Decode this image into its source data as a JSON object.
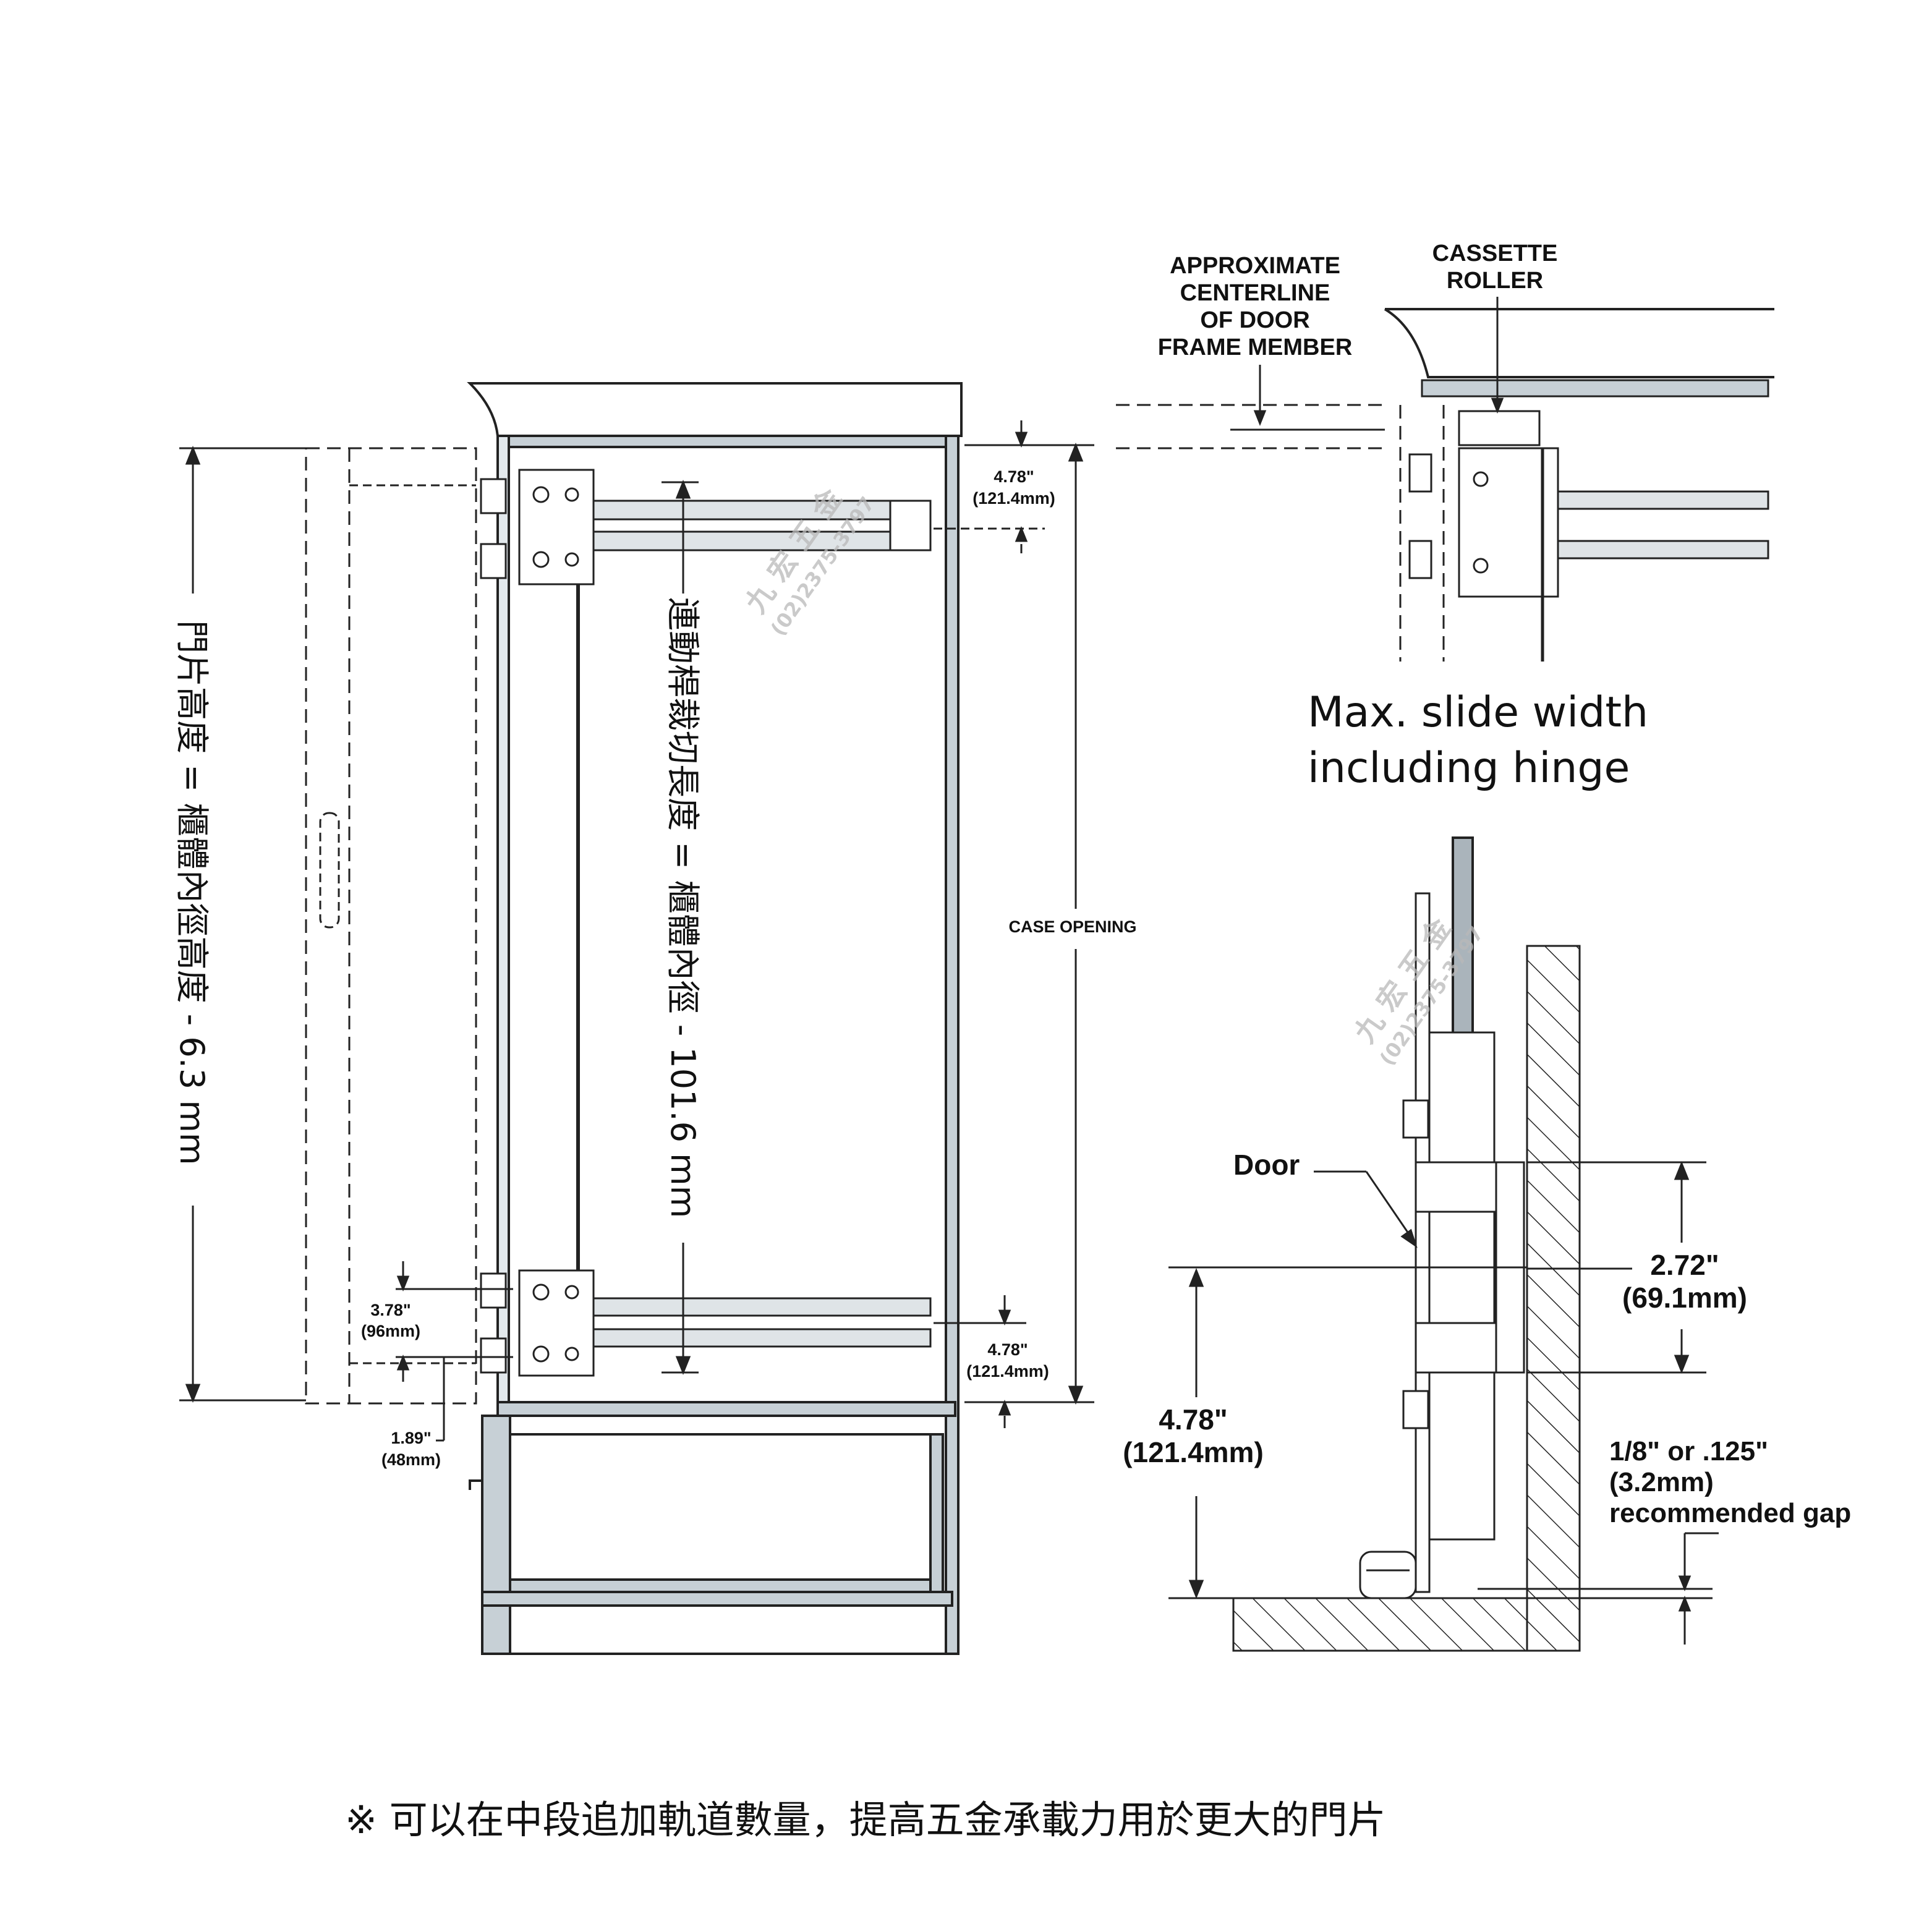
{
  "labels": {
    "approx_centerline": [
      "APPROXIMATE",
      "CENTERLINE",
      "OF DOOR",
      "FRAME MEMBER"
    ],
    "cassette_roller": [
      "CASSETTE",
      "ROLLER"
    ],
    "max_slide": [
      "Max. slide width",
      "including hinge"
    ],
    "case_opening": "CASE OPENING",
    "door": "Door",
    "dim_478_in": "4.78\"",
    "dim_478_mm": "(121.4mm)",
    "dim_378_in": "3.78\"",
    "dim_378_mm": "(96mm)",
    "dim_189_in": "1.89\"",
    "dim_189_mm": "(48mm)",
    "dim_272_in": "2.72\"",
    "dim_272_mm": "(69.1mm)",
    "gap": [
      "1/8\" or .125\"",
      "(3.2mm)",
      "recommended gap"
    ],
    "door_height_formula": "門片高度 = 櫃體內徑高度 - 6.3 mm",
    "rod_length_formula": "連動桿裁切長度 = 櫃體內徑 - 101.6 mm",
    "footnote": "※ 可以在中段追加軌道數量，提高五金承載力用於更大的門片",
    "watermark_name": "九 宏 五 金",
    "watermark_phone": "(02)2375-3797"
  }
}
